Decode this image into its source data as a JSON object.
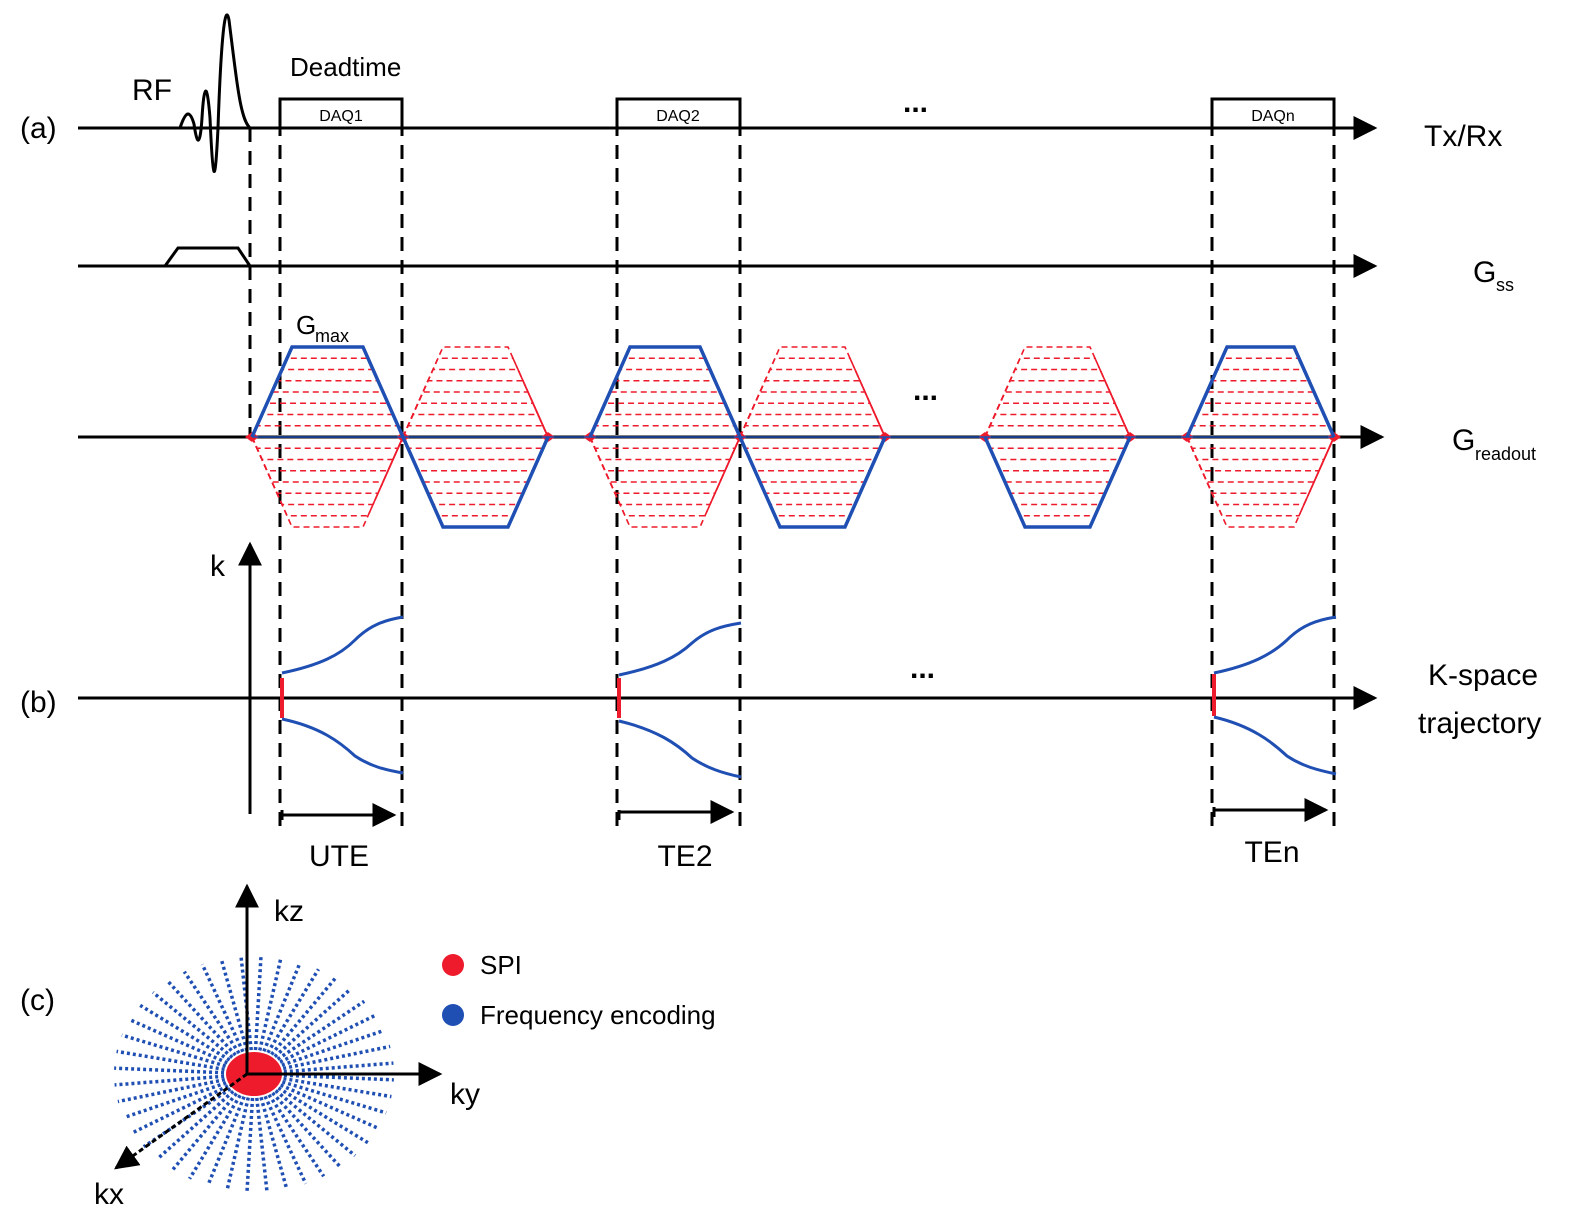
{
  "panels": {
    "a": "(a)",
    "b": "(b)",
    "c": "(c)"
  },
  "rf": "RF",
  "deadtime": "Deadtime",
  "daq": [
    "DAQ1",
    "DAQ2",
    "DAQn"
  ],
  "ellipsis": "...",
  "rows": {
    "txrx": "Tx/Rx",
    "gss_main": "G",
    "gss_sub": "ss",
    "gread_main": "G",
    "gread_sub": "readout",
    "kspace_line1": "K-space",
    "kspace_line2": "trajectory"
  },
  "gmax_main": "G",
  "gmax_sub": "max",
  "k_axis": "k",
  "echo_labels": [
    "UTE",
    "TE2",
    "TEn"
  ],
  "legend": [
    {
      "label": "SPI",
      "color": "#ee1b2c"
    },
    {
      "label": "Frequency encoding",
      "color": "#1f4fb3"
    }
  ],
  "axes3d": {
    "kz": "kz",
    "ky": "ky",
    "kx": "kx"
  },
  "colors": {
    "blue": "#1f4fb3",
    "red": "#ee1b2c",
    "black": "#000000"
  }
}
